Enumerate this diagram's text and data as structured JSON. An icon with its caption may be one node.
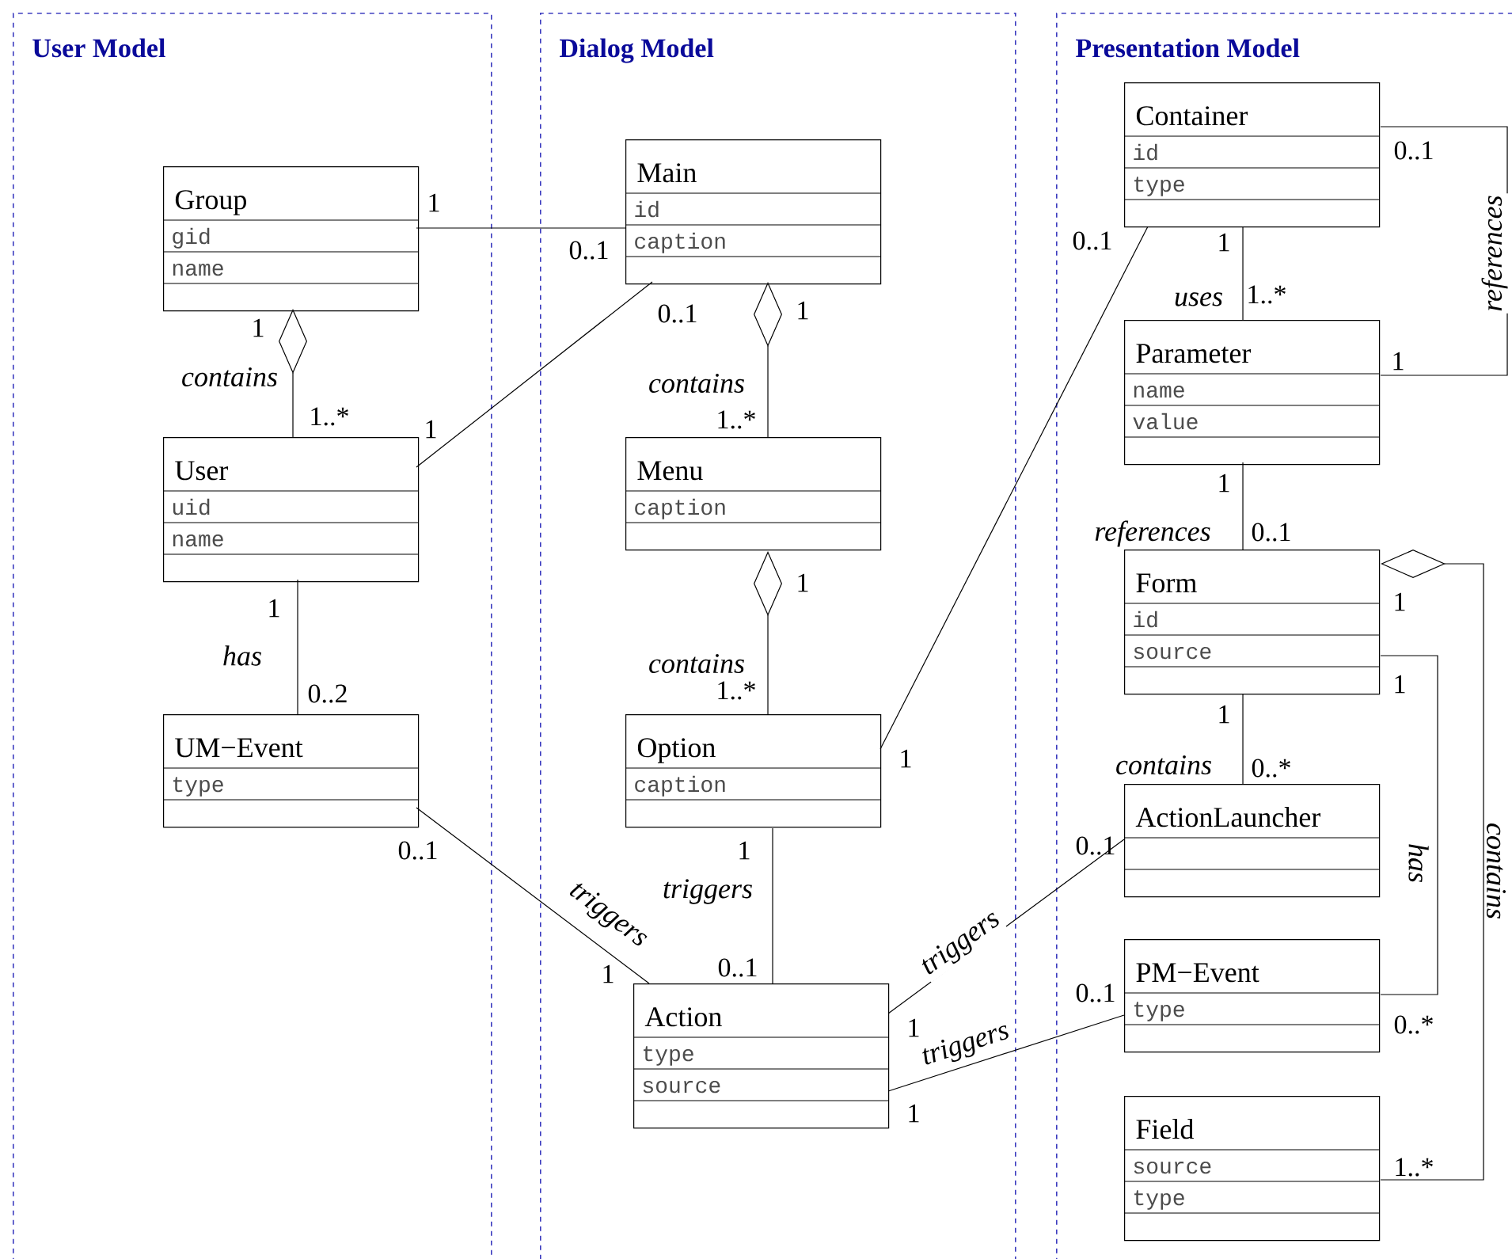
{
  "diagram": {
    "nodes": [
      {
        "text": [
          "User Model"
        ]
      },
      {
        "text": [
          "Group",
          "gid",
          "name"
        ],
        "in": 0
      },
      {
        "text": [
          "User",
          "uid",
          "name"
        ],
        "in": 0
      },
      {
        "text": [
          "UM−Event",
          "type"
        ],
        "in": 0
      },
      {
        "text": [
          "Dialog Model"
        ]
      },
      {
        "text": [
          "Main",
          "id",
          "caption"
        ],
        "in": 4
      },
      {
        "text": [
          "Menu",
          "caption"
        ],
        "in": 4
      },
      {
        "text": [
          "Option",
          "caption"
        ],
        "in": 4
      },
      {
        "text": [
          "Action",
          "type",
          "source"
        ],
        "in": 4
      },
      {
        "text": [
          "Presentation Model"
        ]
      },
      {
        "text": [
          "Container",
          "id",
          "type"
        ],
        "in": 9
      },
      {
        "text": [
          "Parameter",
          "name",
          "value"
        ],
        "in": 9
      },
      {
        "text": [
          "Form",
          "id",
          "source"
        ],
        "in": 9
      },
      {
        "text": [
          "ActionLauncher"
        ],
        "in": 9
      },
      {
        "text": [
          "PM−Event",
          "type"
        ],
        "in": 9
      },
      {
        "text": [
          "Field",
          "source",
          "type"
        ],
        "in": 9
      }
    ],
    "edges": [
      {
        "from": 1,
        "to": 5,
        "arrow": "none"
      },
      {
        "from": 1,
        "to": 2,
        "arrow": "other",
        "label": "contains"
      },
      {
        "from": 2,
        "to": 5,
        "arrow": "none"
      },
      {
        "from": 2,
        "to": 3,
        "arrow": "none",
        "label": "has"
      },
      {
        "from": 5,
        "to": 6,
        "arrow": "other",
        "label": "contains"
      },
      {
        "from": 6,
        "to": 7,
        "arrow": "other",
        "label": "contains"
      },
      {
        "from": 7,
        "to": 10,
        "arrow": "none"
      },
      {
        "from": 7,
        "to": 8,
        "arrow": "none",
        "label": "triggers"
      },
      {
        "from": 3,
        "to": 8,
        "arrow": "none",
        "label": "triggers"
      },
      {
        "from": 8,
        "to": 13,
        "arrow": "none",
        "label": "triggers"
      },
      {
        "from": 8,
        "to": 14,
        "arrow": "none",
        "label": "triggers"
      },
      {
        "from": 10,
        "to": 11,
        "arrow": "none",
        "label": "uses"
      },
      {
        "from": 10,
        "to": 11,
        "arrow": "none",
        "label": "references"
      },
      {
        "from": 11,
        "to": 12,
        "arrow": "none",
        "label": "references"
      },
      {
        "from": 12,
        "to": 13,
        "arrow": "none",
        "label": "contains"
      },
      {
        "from": 12,
        "to": 14,
        "arrow": "none",
        "label": "has"
      },
      {
        "from": 12,
        "to": 15,
        "arrow": "other",
        "label": "contains"
      }
    ],
    "labels": [
      "1",
      "0..1",
      "1",
      "0..1",
      "1",
      "1..*",
      "1",
      "1..*",
      "1",
      "1",
      "1..*",
      "1",
      "0..2",
      "0..1",
      "1",
      "1",
      "0..1",
      "1",
      "1",
      "0..1",
      "0..1",
      "1",
      "1..*",
      "1",
      "1",
      "0..1",
      "1",
      "1",
      "1",
      "0..*",
      "0..1",
      "0..1",
      "0..*",
      "1..*"
    ]
  }
}
